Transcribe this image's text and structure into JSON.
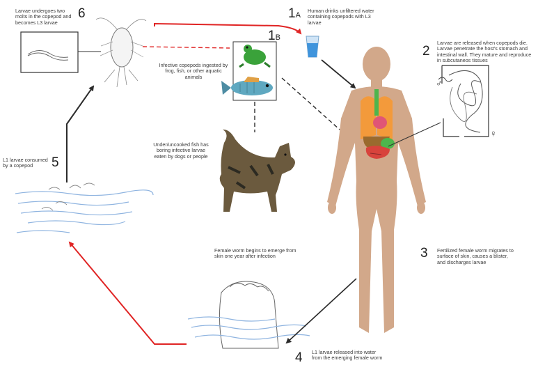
{
  "steps": {
    "s1a": {
      "number": "1",
      "sub": "A",
      "text": "Human drinks unfiltered water containing copepods with L3 larvae"
    },
    "s1b": {
      "number": "1",
      "sub": "B",
      "text": "Infective copepods ingested by frog, fish, or other aquatic animals"
    },
    "s2": {
      "number": "2",
      "text": "Larvae are released when copepods die. Larvae penetrate the host's stomach and intestinal wall. They mature and reproduce in subcutaneos tissues"
    },
    "s3": {
      "number": "3",
      "text": "Fertilized female worm migrates to surface of skin, causes a blister, and discharges larvae"
    },
    "s4": {
      "number": "4",
      "text": "L1 larvae released into water from the emerging female worm"
    },
    "s5": {
      "number": "5",
      "text": "L1 larvae consumed by a copepod"
    },
    "s6": {
      "number": "6",
      "text": "Larvae undergoes two molts in the copepod and becomes L3 larvae"
    }
  },
  "notes": {
    "dog": "Under/uncooked fish has boring infective larvae eaten by dogs or people",
    "emerge": "Female worm begins to emerge from skin one year after infection"
  },
  "symbols": {
    "male": "♂",
    "female": "♀"
  },
  "colors": {
    "red_arrow": "#e02424",
    "black_arrow": "#2b2b2b",
    "skin": "#d2a88a",
    "water": "#8fb4e0"
  }
}
